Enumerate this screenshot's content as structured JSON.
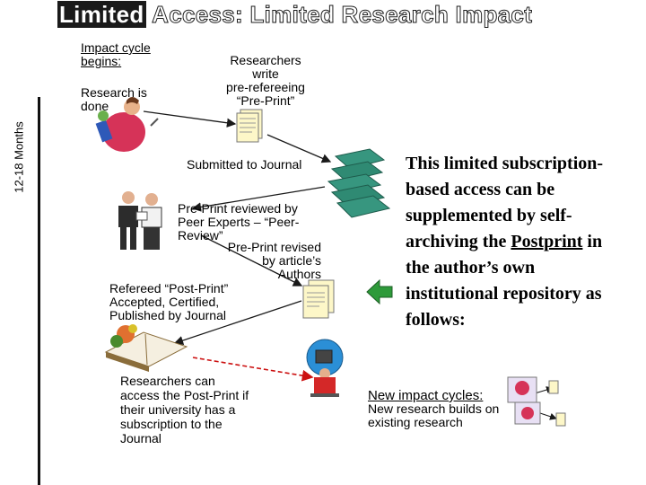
{
  "title": {
    "first_word": "Limited",
    "rest": " Access: Limited Research Impact"
  },
  "side_label": "12-18 Months",
  "nodes": {
    "impact_start": {
      "heading": "Impact cycle begins:",
      "body": "Research is done"
    },
    "researchers_write": [
      "Researchers",
      "write",
      "pre-refereeing",
      "“Pre-Print”"
    ],
    "submitted": "Submitted to Journal",
    "peer_review": [
      "Pre-Print reviewed by",
      "Peer Experts – “Peer-",
      "Review”"
    ],
    "revised": [
      "Pre-Print revised",
      "by article’s",
      "Authors"
    ],
    "refereed": [
      "Refereed “Post-Print”",
      "Accepted, Certified,",
      "Published by Journal"
    ],
    "access": [
      "Researchers can",
      "access the Post-Print if",
      "their university has a",
      "subscription to the",
      "Journal"
    ],
    "new_cycle": {
      "heading": "New impact cycles:",
      "body": "New research builds on existing research"
    }
  },
  "callout": {
    "before": "This limited subscription-based access can be supplemented by self-archiving the ",
    "link": "Postprint",
    "after": " in the author’s own institutional repository as follows:"
  },
  "colors": {
    "arrow": "#1a1a1a",
    "access_arrow": "#cc1111",
    "green_arrow": "#2e9a3a",
    "sheet": "#fdf7c8"
  },
  "icons": [
    "researcher-icon",
    "preprint-doc-icon",
    "journal-stack-icon",
    "peer-review-icon",
    "postprint-doc-icon",
    "green-arrow-icon",
    "published-journal-icon",
    "reader-at-desk-icon",
    "new-research-icon"
  ]
}
